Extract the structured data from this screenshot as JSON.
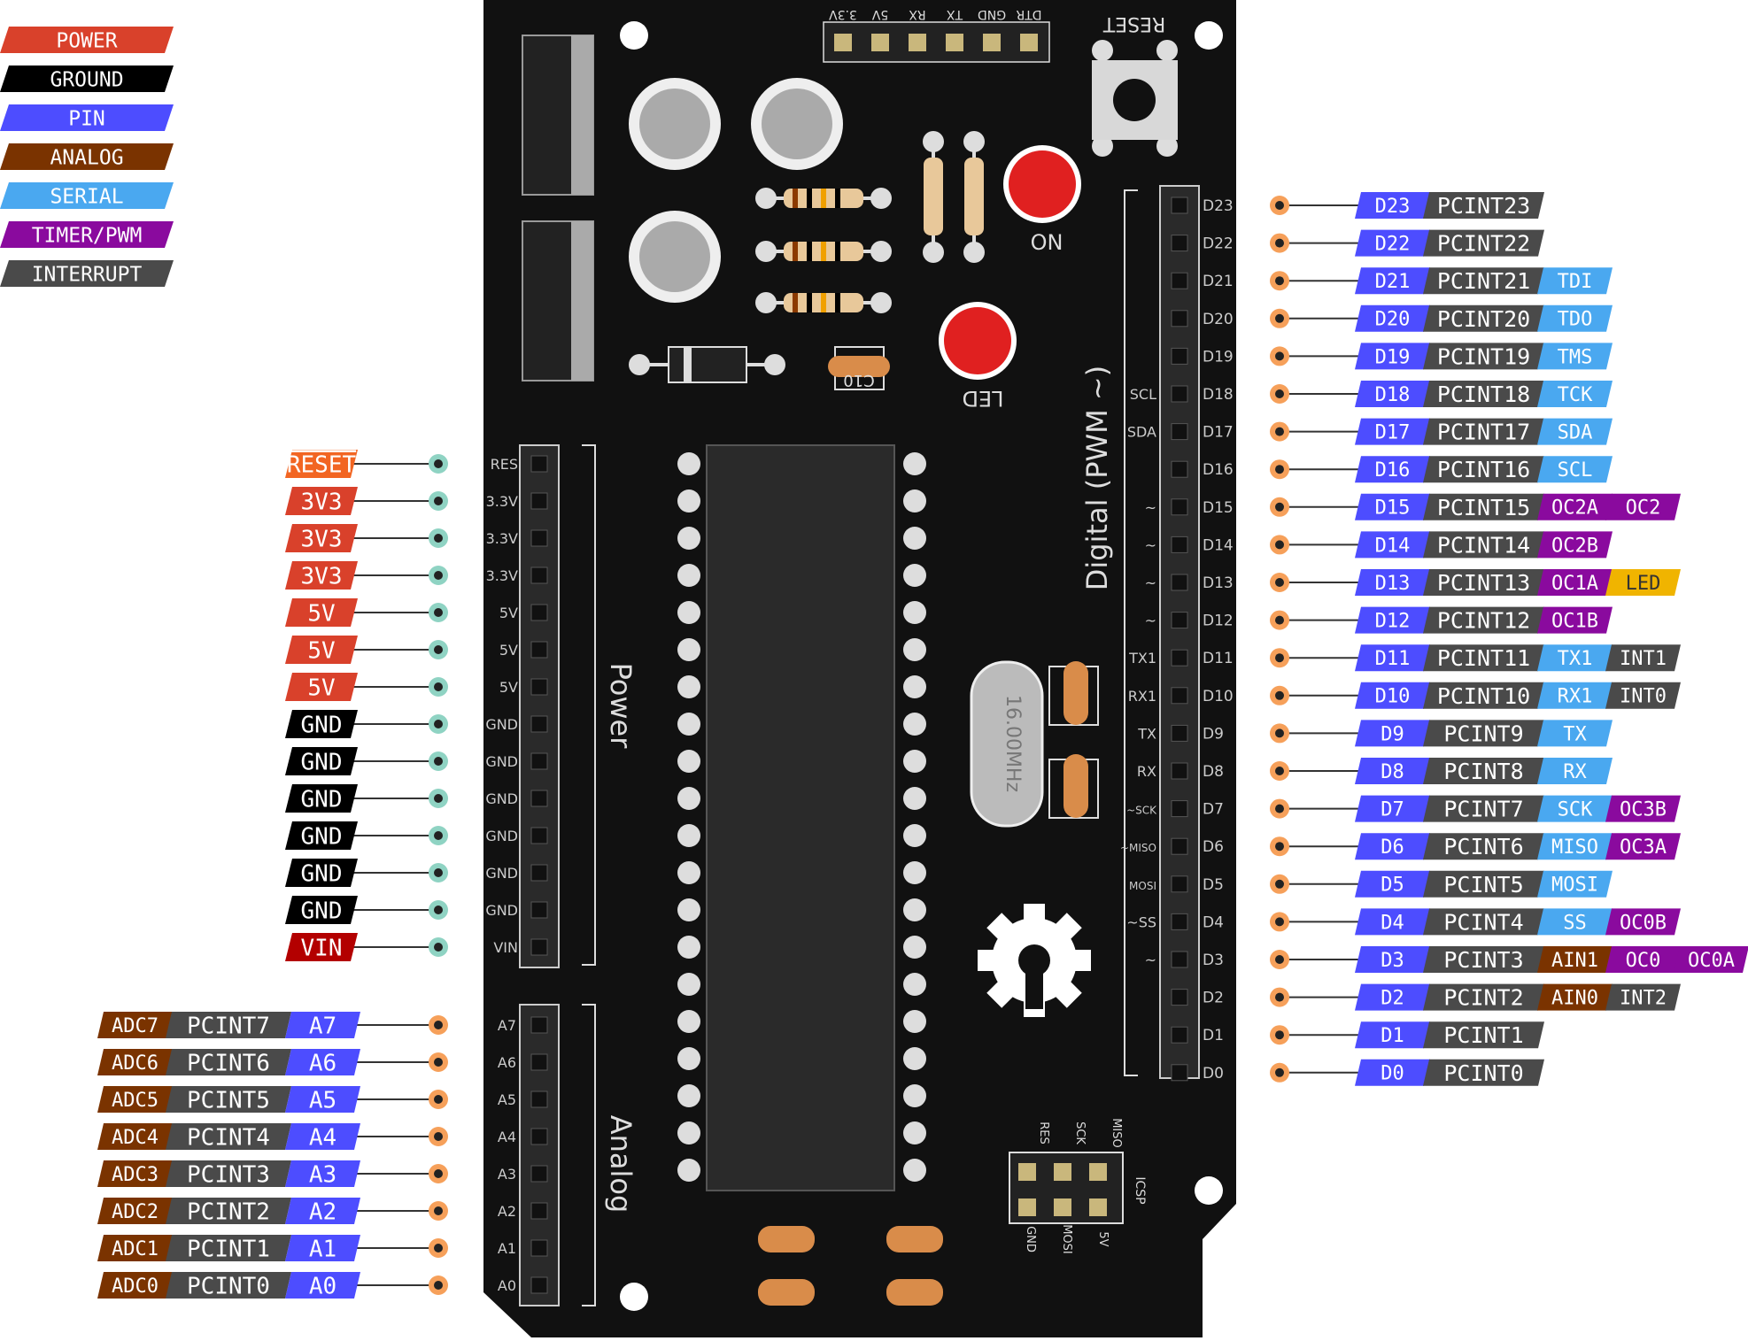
{
  "colors": {
    "power": "#d9412b",
    "ground": "#000000",
    "pin": "#4d4dff",
    "analog": "#7a3300",
    "serial": "#4aa8f0",
    "timer_pwm": "#8a0a9e",
    "interrupt": "#4a4a4a",
    "reset": "#f26522",
    "vin": "#b30000",
    "led": "#f0b400",
    "board": "#111111",
    "connector_teal": "#8fd3c3",
    "connector_orange": "#f6a05a"
  },
  "legend": [
    {
      "label": "POWER",
      "color": "#d9412b"
    },
    {
      "label": "GROUND",
      "color": "#000000"
    },
    {
      "label": "PIN",
      "color": "#4d4dff"
    },
    {
      "label": "ANALOG",
      "color": "#7a3300"
    },
    {
      "label": "SERIAL",
      "color": "#4aa8f0"
    },
    {
      "label": "TIMER/PWM",
      "color": "#8a0a9e"
    },
    {
      "label": "INTERRUPT",
      "color": "#4a4a4a"
    }
  ],
  "power_pins": [
    {
      "label": "RESET",
      "board": "RES",
      "color": "#f26522",
      "overline": true
    },
    {
      "label": "3V3",
      "board": "3.3V",
      "color": "#d9412b"
    },
    {
      "label": "3V3",
      "board": "3.3V",
      "color": "#d9412b"
    },
    {
      "label": "3V3",
      "board": "3.3V",
      "color": "#d9412b"
    },
    {
      "label": "5V",
      "board": "5V",
      "color": "#d9412b"
    },
    {
      "label": "5V",
      "board": "5V",
      "color": "#d9412b"
    },
    {
      "label": "5V",
      "board": "5V",
      "color": "#d9412b"
    },
    {
      "label": "GND",
      "board": "GND",
      "color": "#000000"
    },
    {
      "label": "GND",
      "board": "GND",
      "color": "#000000"
    },
    {
      "label": "GND",
      "board": "GND",
      "color": "#000000"
    },
    {
      "label": "GND",
      "board": "GND",
      "color": "#000000"
    },
    {
      "label": "GND",
      "board": "GND",
      "color": "#000000"
    },
    {
      "label": "GND",
      "board": "GND",
      "color": "#000000"
    },
    {
      "label": "VIN",
      "board": "VIN",
      "color": "#b30000"
    }
  ],
  "analog_pins": [
    {
      "adc": "ADC7",
      "pcint": "PCINT7",
      "pin": "A7",
      "board": "A7"
    },
    {
      "adc": "ADC6",
      "pcint": "PCINT6",
      "pin": "A6",
      "board": "A6"
    },
    {
      "adc": "ADC5",
      "pcint": "PCINT5",
      "pin": "A5",
      "board": "A5"
    },
    {
      "adc": "ADC4",
      "pcint": "PCINT4",
      "pin": "A4",
      "board": "A4"
    },
    {
      "adc": "ADC3",
      "pcint": "PCINT3",
      "pin": "A3",
      "board": "A3"
    },
    {
      "adc": "ADC2",
      "pcint": "PCINT2",
      "pin": "A2",
      "board": "A2"
    },
    {
      "adc": "ADC1",
      "pcint": "PCINT1",
      "pin": "A1",
      "board": "A1"
    },
    {
      "adc": "ADC0",
      "pcint": "PCINT0",
      "pin": "A0",
      "board": "A0"
    }
  ],
  "digital_pins": [
    {
      "pin": "D23",
      "pcint": "PCINT23",
      "func": [],
      "board": "D23",
      "side": ""
    },
    {
      "pin": "D22",
      "pcint": "PCINT22",
      "func": [],
      "board": "D22",
      "side": ""
    },
    {
      "pin": "D21",
      "pcint": "PCINT21",
      "func": [
        {
          "t": "TDI",
          "c": "#4aa8f0"
        }
      ],
      "board": "D21",
      "side": ""
    },
    {
      "pin": "D20",
      "pcint": "PCINT20",
      "func": [
        {
          "t": "TDO",
          "c": "#4aa8f0"
        }
      ],
      "board": "D20",
      "side": ""
    },
    {
      "pin": "D19",
      "pcint": "PCINT19",
      "func": [
        {
          "t": "TMS",
          "c": "#4aa8f0"
        }
      ],
      "board": "D19",
      "side": ""
    },
    {
      "pin": "D18",
      "pcint": "PCINT18",
      "func": [
        {
          "t": "TCK",
          "c": "#4aa8f0"
        }
      ],
      "board": "D18",
      "side": "SCL"
    },
    {
      "pin": "D17",
      "pcint": "PCINT17",
      "func": [
        {
          "t": "SDA",
          "c": "#4aa8f0"
        }
      ],
      "board": "D17",
      "side": "SDA"
    },
    {
      "pin": "D16",
      "pcint": "PCINT16",
      "func": [
        {
          "t": "SCL",
          "c": "#4aa8f0"
        }
      ],
      "board": "D16",
      "side": ""
    },
    {
      "pin": "D15",
      "pcint": "PCINT15",
      "func": [
        {
          "t": "OC2A",
          "c": "#8a0a9e"
        },
        {
          "t": "OC2",
          "c": "#8a0a9e"
        }
      ],
      "board": "D15",
      "side": "~"
    },
    {
      "pin": "D14",
      "pcint": "PCINT14",
      "func": [
        {
          "t": "OC2B",
          "c": "#8a0a9e"
        }
      ],
      "board": "D14",
      "side": "~"
    },
    {
      "pin": "D13",
      "pcint": "PCINT13",
      "func": [
        {
          "t": "OC1A",
          "c": "#8a0a9e"
        },
        {
          "t": "LED",
          "c": "#f0b400",
          "dark": true
        }
      ],
      "board": "D13",
      "side": "~"
    },
    {
      "pin": "D12",
      "pcint": "PCINT12",
      "func": [
        {
          "t": "OC1B",
          "c": "#8a0a9e"
        }
      ],
      "board": "D12",
      "side": "~"
    },
    {
      "pin": "D11",
      "pcint": "PCINT11",
      "func": [
        {
          "t": "TX1",
          "c": "#4aa8f0"
        },
        {
          "t": "INT1",
          "c": "#4a4a4a"
        }
      ],
      "board": "D11",
      "side": "TX1"
    },
    {
      "pin": "D10",
      "pcint": "PCINT10",
      "func": [
        {
          "t": "RX1",
          "c": "#4aa8f0"
        },
        {
          "t": "INT0",
          "c": "#4a4a4a"
        }
      ],
      "board": "D10",
      "side": "RX1"
    },
    {
      "pin": "D9",
      "pcint": "PCINT9",
      "func": [
        {
          "t": "TX",
          "c": "#4aa8f0"
        }
      ],
      "board": "D9",
      "side": "TX"
    },
    {
      "pin": "D8",
      "pcint": "PCINT8",
      "func": [
        {
          "t": "RX",
          "c": "#4aa8f0"
        }
      ],
      "board": "D8",
      "side": "RX"
    },
    {
      "pin": "D7",
      "pcint": "PCINT7",
      "func": [
        {
          "t": "SCK",
          "c": "#4aa8f0"
        },
        {
          "t": "OC3B",
          "c": "#8a0a9e"
        }
      ],
      "board": "D7",
      "side": "~SCK"
    },
    {
      "pin": "D6",
      "pcint": "PCINT6",
      "func": [
        {
          "t": "MISO",
          "c": "#4aa8f0"
        },
        {
          "t": "OC3A",
          "c": "#8a0a9e"
        }
      ],
      "board": "D6",
      "side": "~MISO"
    },
    {
      "pin": "D5",
      "pcint": "PCINT5",
      "func": [
        {
          "t": "MOSI",
          "c": "#4aa8f0"
        }
      ],
      "board": "D5",
      "side": "MOSI"
    },
    {
      "pin": "D4",
      "pcint": "PCINT4",
      "func": [
        {
          "t": "SS",
          "c": "#4aa8f0"
        },
        {
          "t": "OC0B",
          "c": "#8a0a9e"
        }
      ],
      "board": "D4",
      "side": "~SS"
    },
    {
      "pin": "D3",
      "pcint": "PCINT3",
      "func": [
        {
          "t": "AIN1",
          "c": "#7a3300"
        },
        {
          "t": "OC0",
          "c": "#8a0a9e"
        },
        {
          "t": "OC0A",
          "c": "#8a0a9e"
        }
      ],
      "board": "D3",
      "side": "~"
    },
    {
      "pin": "D2",
      "pcint": "PCINT2",
      "func": [
        {
          "t": "AIN0",
          "c": "#7a3300"
        },
        {
          "t": "INT2",
          "c": "#4a4a4a"
        }
      ],
      "board": "D2",
      "side": ""
    },
    {
      "pin": "D1",
      "pcint": "PCINT1",
      "func": [],
      "board": "D1",
      "side": ""
    },
    {
      "pin": "D0",
      "pcint": "PCINT0",
      "func": [],
      "board": "D0",
      "side": ""
    }
  ],
  "board_text": {
    "top_header": [
      "3.3V",
      "5V",
      "RX",
      "TX",
      "GND",
      "DTR"
    ],
    "reset": "RESET",
    "on": "ON",
    "led": "LED",
    "c10": "C10",
    "digital": "Digital (PWM ~)",
    "power": "Power",
    "analog": "Analog",
    "crystal": "16.00MHz",
    "icsp": "ICSP",
    "icsp_top": [
      "RES",
      "SCK",
      "MISO"
    ],
    "icsp_bottom": [
      "GND",
      "MOSI",
      "5V"
    ]
  }
}
